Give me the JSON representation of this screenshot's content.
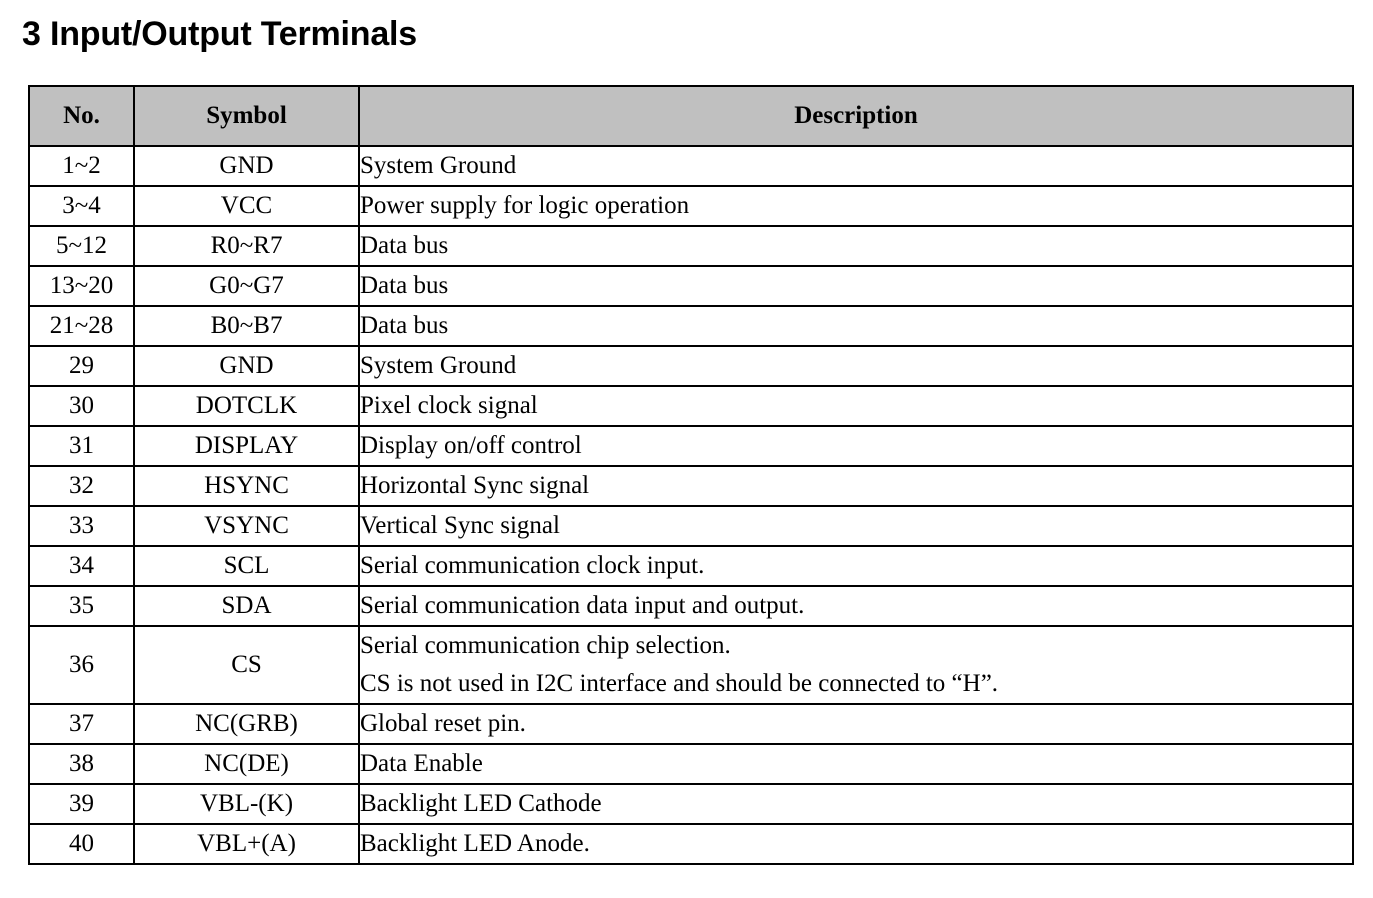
{
  "document": {
    "title": "3 Input/Output Terminals"
  },
  "table": {
    "headers": {
      "no": "No.",
      "symbol": "Symbol",
      "description": "Description"
    },
    "header_bg": "#c0c0c0",
    "border_color": "#000000",
    "rows": [
      {
        "no": "1~2",
        "symbol": "GND",
        "description": [
          "System Ground"
        ]
      },
      {
        "no": "3~4",
        "symbol": "VCC",
        "description": [
          "Power supply for logic operation"
        ]
      },
      {
        "no": "5~12",
        "symbol": "R0~R7",
        "description": [
          "Data bus"
        ]
      },
      {
        "no": "13~20",
        "symbol": "G0~G7",
        "description": [
          "Data bus"
        ]
      },
      {
        "no": "21~28",
        "symbol": "B0~B7",
        "description": [
          "Data bus"
        ]
      },
      {
        "no": "29",
        "symbol": "GND",
        "description": [
          "System Ground"
        ]
      },
      {
        "no": "30",
        "symbol": "DOTCLK",
        "description": [
          "Pixel clock signal"
        ]
      },
      {
        "no": "31",
        "symbol": "DISPLAY",
        "description": [
          "Display on/off control"
        ]
      },
      {
        "no": "32",
        "symbol": "HSYNC",
        "description": [
          "Horizontal Sync signal"
        ]
      },
      {
        "no": "33",
        "symbol": "VSYNC",
        "description": [
          "Vertical Sync signal"
        ]
      },
      {
        "no": "34",
        "symbol": "SCL",
        "description": [
          "Serial communication clock input."
        ]
      },
      {
        "no": "35",
        "symbol": "SDA",
        "description": [
          "Serial communication data input and output."
        ]
      },
      {
        "no": "36",
        "symbol": "CS",
        "description": [
          "Serial communication chip selection.",
          "CS is not used in I2C interface and should be connected to “H”."
        ]
      },
      {
        "no": "37",
        "symbol": "NC(GRB)",
        "description": [
          "Global reset pin."
        ]
      },
      {
        "no": "38",
        "symbol": "NC(DE)",
        "description": [
          "Data Enable"
        ]
      },
      {
        "no": "39",
        "symbol": "VBL-(K)",
        "description": [
          "Backlight LED Cathode"
        ]
      },
      {
        "no": "40",
        "symbol": "VBL+(A)",
        "description": [
          "Backlight LED Anode."
        ]
      }
    ]
  }
}
